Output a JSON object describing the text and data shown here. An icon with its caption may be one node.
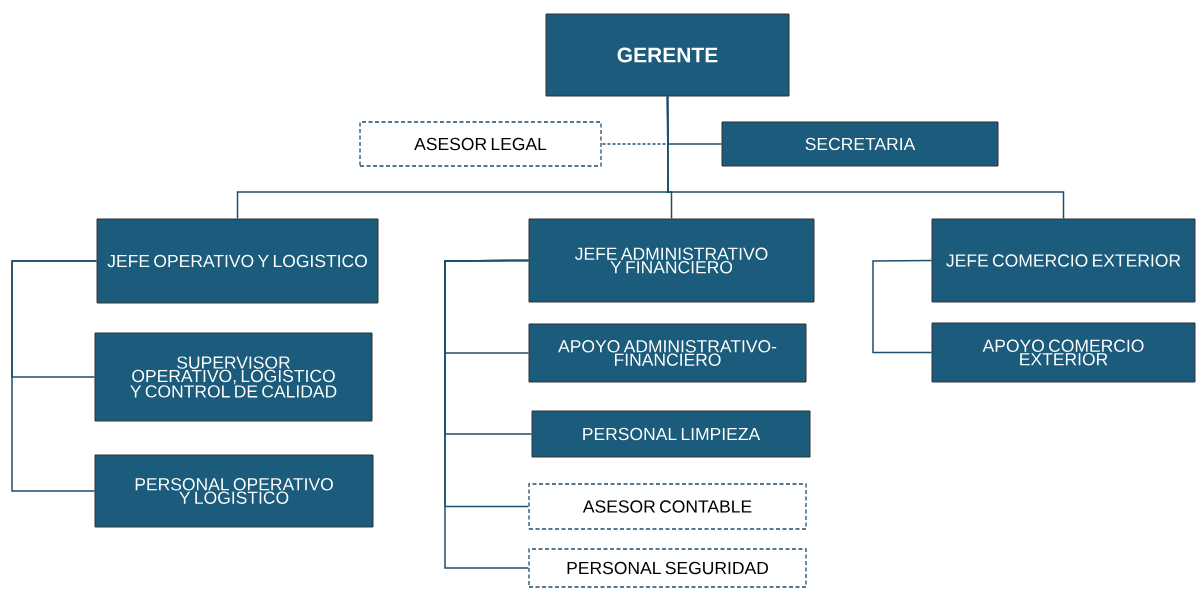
{
  "diagram": {
    "nodes": [
      {
        "text": [
          "GERENTE"
        ]
      },
      {
        "text": [
          "ASESOR LEGAL"
        ]
      },
      {
        "text": [
          "SECRETARIA"
        ]
      },
      {
        "text": [
          "JEFE OPERATIVO Y LOGISTICO"
        ]
      },
      {
        "text": [
          "SUPERVISOR OPERATIVO, LOGISTICO Y CONTROL DE CALIDAD"
        ]
      },
      {
        "text": [
          "PERSONAL OPERATIVO Y LOGISTICO"
        ]
      },
      {
        "text": [
          "JEFE ADMINISTRATIVO Y FINANCIERO"
        ]
      },
      {
        "text": [
          "APOYO ADMINISTRATIVO-FINANCIERO"
        ]
      },
      {
        "text": [
          "PERSONAL LIMPIEZA"
        ]
      },
      {
        "text": [
          "ASESOR CONTABLE"
        ]
      },
      {
        "text": [
          "PERSONAL SEGURIDAD"
        ]
      },
      {
        "text": [
          "JEFE COMERCIO EXTERIOR"
        ]
      },
      {
        "text": [
          "APOYO COMERCIO EXTERIOR"
        ]
      }
    ],
    "edges": [
      {
        "from": 0,
        "to": 1,
        "arrow": "none",
        "style": "dashed"
      },
      {
        "from": 0,
        "to": 2,
        "arrow": "none"
      },
      {
        "from": 0,
        "to": 3,
        "arrow": "none"
      },
      {
        "from": 0,
        "to": 6,
        "arrow": "none"
      },
      {
        "from": 0,
        "to": 11,
        "arrow": "none"
      },
      {
        "from": 3,
        "to": 4,
        "arrow": "none"
      },
      {
        "from": 3,
        "to": 5,
        "arrow": "none"
      },
      {
        "from": 6,
        "to": 7,
        "arrow": "none"
      },
      {
        "from": 6,
        "to": 8,
        "arrow": "none"
      },
      {
        "from": 6,
        "to": 9,
        "arrow": "none"
      },
      {
        "from": 6,
        "to": 10,
        "arrow": "none"
      },
      {
        "from": 11,
        "to": 12,
        "arrow": "none"
      }
    ]
  }
}
